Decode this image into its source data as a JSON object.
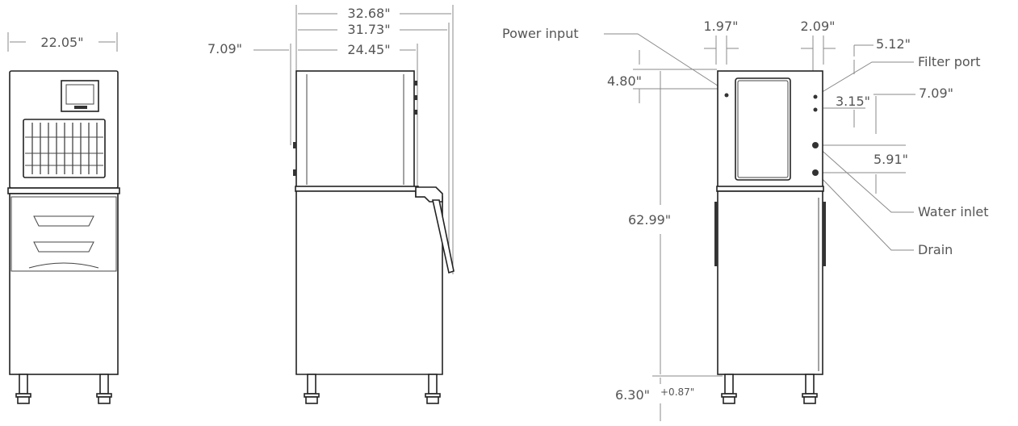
{
  "front_view": {
    "width_label": "22.05\""
  },
  "side_view": {
    "overall_depth_label": "32.68\"",
    "cabinet_depth_label": "31.73\"",
    "head_depth_label": "24.45\"",
    "offset_label": "7.09\""
  },
  "rear_view": {
    "callouts": {
      "power_input": "Power input",
      "filter_port": "Filter port",
      "water_inlet": "Water inlet",
      "drain": "Drain"
    },
    "dims": {
      "power_offset": "1.97\"",
      "filter_offset": "2.09\"",
      "filter_spacing": "5.12\"",
      "power_height": "4.80\"",
      "filter_height": "3.15\"",
      "inlet_height": "7.09\"",
      "drain_spacing": "5.91\"",
      "overall_height": "62.99\"",
      "leg_height": "6.30\"",
      "leg_adjust": "+0.87\""
    }
  }
}
